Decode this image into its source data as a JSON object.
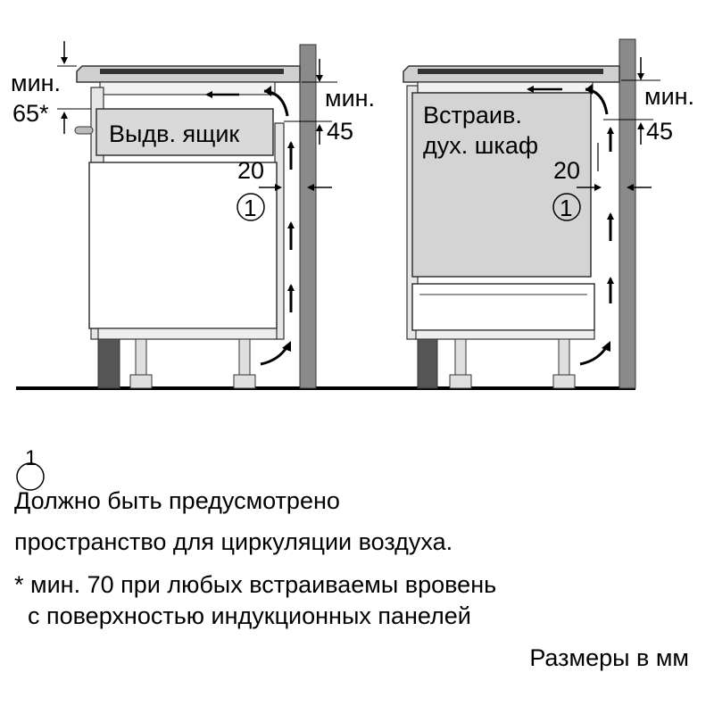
{
  "diagram": {
    "left_install": {
      "min_label": "мин.",
      "min_value": "65*",
      "drawer_label": "Выдв. ящик",
      "gap_min_label": "мин.",
      "gap_min_value": "45",
      "side_gap_value": "20",
      "circle_marker": "1"
    },
    "right_install": {
      "oven_label_line1": "Встраив.",
      "oven_label_line2": "дух. шкаф",
      "gap_min_label": "мин.",
      "gap_min_value": "45",
      "side_gap_value": "20",
      "circle_marker": "1"
    }
  },
  "notes": {
    "footnote_marker": "1",
    "line1": "Должно быть предусмотрено",
    "line2": "пространство для циркуляции воздуха.",
    "line3": "* мин. 70 при любых встраиваемы вровень",
    "line4": "  с поверхностью индукционных панелей",
    "units": "Размеры в мм"
  },
  "colors": {
    "wall": "#8a8a8a",
    "panel": "#d9d9d9",
    "oven_fill": "#d4d4d4",
    "dark_plinth": "#555555",
    "line": "#000000"
  }
}
